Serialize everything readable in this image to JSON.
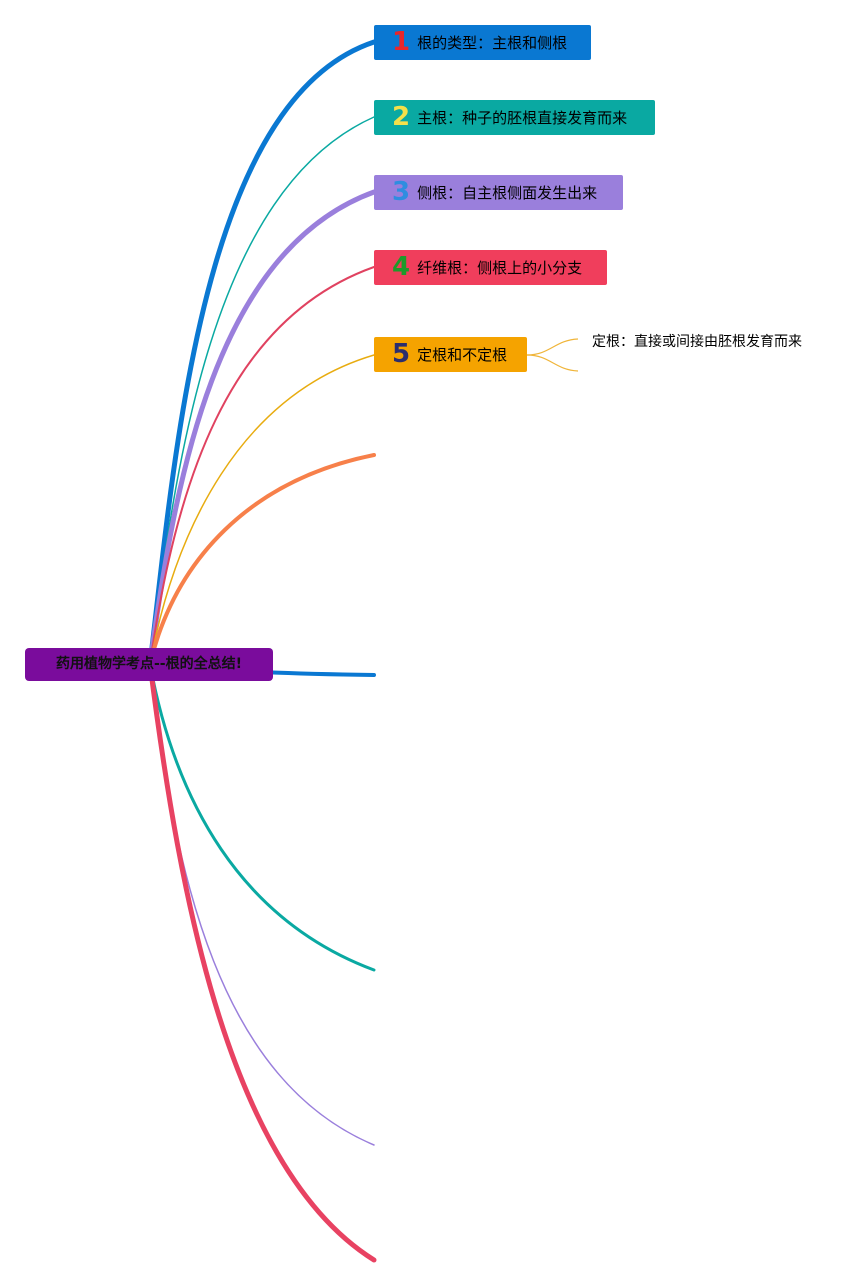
{
  "root": {
    "label": "药用植物学考点--根的全总结!",
    "color": "#7a0c9c"
  },
  "topics": [
    {
      "number": "1",
      "label": "根的类型：主根和侧根",
      "bg": "#0a78d2",
      "numColor": "#e8262b"
    },
    {
      "number": "2",
      "label": "主根：种子的胚根直接发育而来",
      "bg": "#0aa9a2",
      "numColor": "#f4e04a"
    },
    {
      "number": "3",
      "label": "侧根：自主根侧面发生出来",
      "bg": "#9a7fdc",
      "numColor": "#2f8de0"
    },
    {
      "number": "4",
      "label": "纤维根：侧根上的小分支",
      "bg": "#f03e5c",
      "numColor": "#1e9a2a"
    },
    {
      "number": "5",
      "label": "定根和不定根",
      "bg": "#f5a300",
      "numColor": "#2b2e6e"
    }
  ],
  "subtopic": {
    "label": "定根：直接或间接由胚根发育而来",
    "lineColor": "#f0b53a"
  },
  "branch_colors": [
    "#0a78d2",
    "#0aa9a2",
    "#9a7fdc",
    "#e04260",
    "#e8ac10",
    "#f7804a",
    "#0a78d2",
    "#0aa9a2",
    "#9a7fdc",
    "#e84262"
  ]
}
